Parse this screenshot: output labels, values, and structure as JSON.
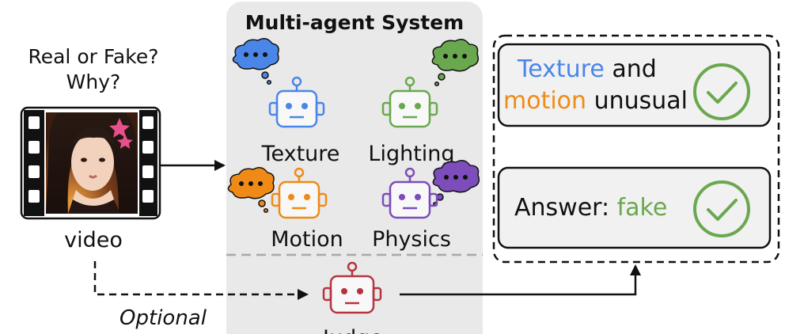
{
  "question": {
    "line1": "Real or Fake?",
    "line2": "Why?"
  },
  "input": {
    "label": "video"
  },
  "system": {
    "title": "Multi-agent System",
    "agents": [
      {
        "name": "Texture",
        "color": "#4a86e8"
      },
      {
        "name": "Lighting",
        "color": "#6aa84f"
      },
      {
        "name": "Motion",
        "color": "#f08a16"
      },
      {
        "name": "Physics",
        "color": "#7c4dbb"
      }
    ],
    "judge": {
      "name": "Judge",
      "color": "#b5343f"
    }
  },
  "optional_label": "Optional",
  "results": {
    "explanation": {
      "word1": "Texture",
      "word2": " and",
      "word3": "motion",
      "word4": " unusual"
    },
    "answer": {
      "prefix": "Answer:",
      "value": " fake"
    }
  },
  "colors": {
    "panel_bg": "#e9e9e9",
    "texture": "#4a86e8",
    "lighting": "#6aa84f",
    "motion": "#f08a16",
    "physics": "#7c4dbb",
    "judge": "#b5343f",
    "check": "#6aa84f",
    "answer_value": "#6aa84f"
  }
}
